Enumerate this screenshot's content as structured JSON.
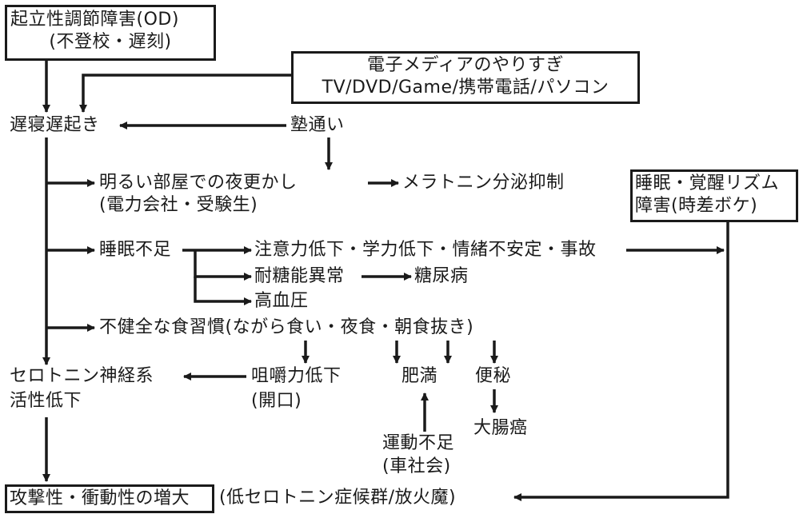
{
  "diagram": {
    "nodes": {
      "od": {
        "line1": "起立性調節障害(OD)",
        "line2": "(不登校・遅刻)"
      },
      "media": {
        "line1": "電子メディアのやりすぎ",
        "line2": "TV/DVD/Game/携帯電話/パソコン"
      },
      "late_sleep": "遅寝遅起き",
      "cram_school": "塾通い",
      "bright_room": {
        "line1": "明るい部屋での夜更かし",
        "line2": "(電力会社・受験生)"
      },
      "melatonin": "メラトニン分泌抑制",
      "rhythm": {
        "line1": "睡眠・覚醒リズム",
        "line2": "障害(時差ボケ)"
      },
      "sleep_lack": "睡眠不足",
      "attention": "注意力低下・学力低下・情緒不安定・事故",
      "glucose": "耐糖能異常",
      "diabetes": "糖尿病",
      "hypertension": "高血圧",
      "diet": "不健全な食習慣(ながら食い・夜食・朝食抜き)",
      "serotonin": {
        "line1": "セロトニン神経系",
        "line2": "活性低下"
      },
      "chewing": {
        "line1": "咀嚼力低下",
        "line2": "(開口)"
      },
      "obesity": "肥満",
      "constipation": "便秘",
      "colon_cancer": "大腸癌",
      "exercise": {
        "line1": "運動不足",
        "line2": "(車社会)"
      },
      "aggression": "攻撃性・衝動性の増大",
      "low_serotonin": "(低セロトニン症候群/放火魔)"
    },
    "edges": [
      [
        "od",
        "late_sleep"
      ],
      [
        "media",
        "late_sleep"
      ],
      [
        "cram_school",
        "late_sleep"
      ],
      [
        "cram_school",
        "bright_room"
      ],
      [
        "late_sleep",
        "bright_room"
      ],
      [
        "bright_room",
        "melatonin"
      ],
      [
        "late_sleep",
        "sleep_lack"
      ],
      [
        "sleep_lack",
        "attention"
      ],
      [
        "sleep_lack",
        "glucose"
      ],
      [
        "sleep_lack",
        "hypertension"
      ],
      [
        "glucose",
        "diabetes"
      ],
      [
        "attention",
        "rhythm_line"
      ],
      [
        "late_sleep",
        "diet"
      ],
      [
        "diet",
        "chewing"
      ],
      [
        "diet",
        "obesity"
      ],
      [
        "diet",
        "constipation"
      ],
      [
        "constipation",
        "colon_cancer"
      ],
      [
        "exercise",
        "obesity"
      ],
      [
        "chewing",
        "serotonin"
      ],
      [
        "late_sleep",
        "serotonin"
      ],
      [
        "serotonin",
        "aggression"
      ],
      [
        "rhythm",
        "low_serotonin"
      ]
    ]
  }
}
